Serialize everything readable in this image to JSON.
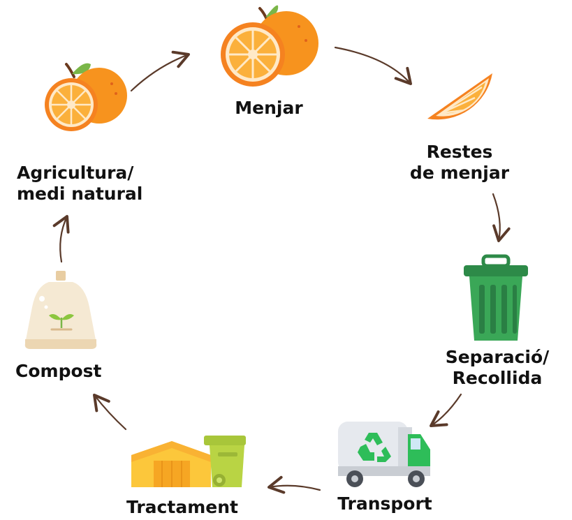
{
  "cycle": {
    "stages": [
      {
        "id": "menjar",
        "lines": [
          "Menjar"
        ],
        "icon": "orange-icon"
      },
      {
        "id": "restes",
        "lines": [
          "Restes",
          "de menjar"
        ],
        "icon": "orange-slice-icon"
      },
      {
        "id": "separacio",
        "lines": [
          "Separació/",
          "Recollida"
        ],
        "icon": "trash-bin-icon"
      },
      {
        "id": "transport",
        "lines": [
          "Transport"
        ],
        "icon": "recycling-truck-icon"
      },
      {
        "id": "tractament",
        "lines": [
          "Tractament"
        ],
        "icon": "treatment-plant-icon"
      },
      {
        "id": "compost",
        "lines": [
          "Compost"
        ],
        "icon": "compost-bag-icon"
      },
      {
        "id": "agricultura",
        "lines": [
          "Agricultura/",
          "medi natural"
        ],
        "icon": "orange-icon"
      }
    ]
  },
  "colors": {
    "orange": "#f7931e",
    "orange_light": "#fbb03b",
    "leaf": "#8cc63f",
    "bin_green": "#3aa757",
    "truck_green": "#2ebd59",
    "plant_yellow": "#f9b233",
    "compost_bag": "#f5e9d3",
    "arrow": "#5a3a2a",
    "text": "#111111"
  }
}
